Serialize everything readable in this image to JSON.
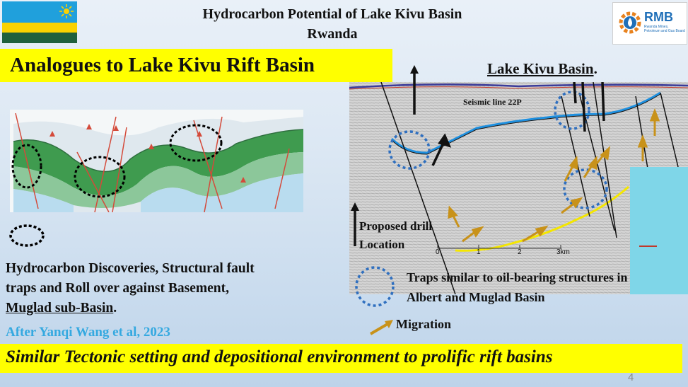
{
  "header": {
    "title_line1": "Hydrocarbon Potential of Lake Kivu Basin",
    "title_line2": "Rwanda"
  },
  "logo": {
    "acronym": "RMB",
    "subtitle": "Rwanda Mines, Petroleum and Gas Board",
    "color": "#1f6fb8"
  },
  "flag": {
    "colors": [
      "#20a0dc",
      "#fad201",
      "#20603d"
    ]
  },
  "banner": {
    "text": "Analogues to Lake Kivu Rift Basin",
    "color": "#ffff00"
  },
  "seismic": {
    "title": "Lake Kivu Basin",
    "title_suffix": ".",
    "line_label": "Seismic line 22P",
    "scale": {
      "ticks": [
        "0",
        "1",
        "2",
        "3km"
      ]
    }
  },
  "legend": {
    "drill_line1": "Proposed drill",
    "drill_line2": "Location",
    "traps_line1": "Traps similar to oil-bearing structures in",
    "traps_line2": "Albert and Muglad Basin",
    "migration": "Migration",
    "trap_color": "#2f6fbf",
    "migration_color": "#c8921a"
  },
  "discoveries": {
    "line1": "Hydrocarbon Discoveries, Structural fault",
    "line2": "traps and Roll over against Basement,",
    "line3_underlined": "Muglad sub-Basin",
    "line3_suffix": "."
  },
  "citation": "After Yanqi Wang et al, 2023",
  "bottom_banner": "Similar Tectonic setting and depositional environment to prolific rift basins",
  "page_number": "4"
}
